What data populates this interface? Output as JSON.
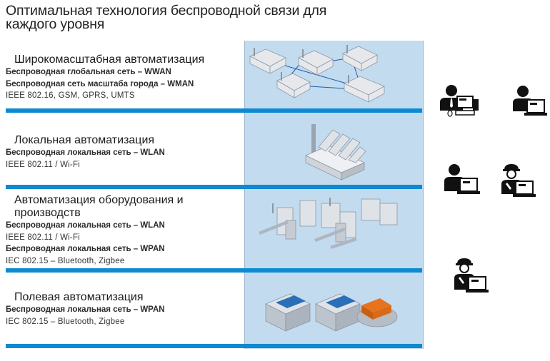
{
  "title": "Оптимальная технология беспроводной связи для каждого уровня",
  "levels": [
    {
      "heading": "Широкомасштабная автоматизация",
      "lines": [
        "Беспроводная глобальная сеть – WWAN",
        "Беспроводная сеть масштаба города – WMAN",
        "IEEE 802.16, GSM, GPRS, UMTS"
      ]
    },
    {
      "heading": "Локальная автоматизация",
      "lines": [
        "Беспроводная локальная сеть – WLAN",
        "IEEE 802.11 / Wi-Fi"
      ]
    },
    {
      "heading": "Автоматизация оборудования и производств",
      "lines": [
        "Беспроводная локальная сеть – WLAN",
        "IEEE 802.11 / Wi-Fi",
        "Беспроводная локальная сеть – WPAN",
        "IEC 802.15 – Bluetooth, Zigbee"
      ]
    },
    {
      "heading": "Полевая автоматизация",
      "lines": [
        "Беспроводная локальная сеть – WPAN",
        "IEC 802.15 – Bluetooth, Zigbee"
      ]
    }
  ],
  "colors": {
    "band": "#0d8ad1",
    "panel": "#c3dbef",
    "device_orange": "#e8731e",
    "device_blue": "#2a6fb8"
  },
  "icons": [
    "factory-network-icon",
    "factory-icon",
    "machine-cluster-icon",
    "field-device-icon",
    "manager-at-computer-icon",
    "person-laptop-icon",
    "engineer-laptop-icon"
  ]
}
